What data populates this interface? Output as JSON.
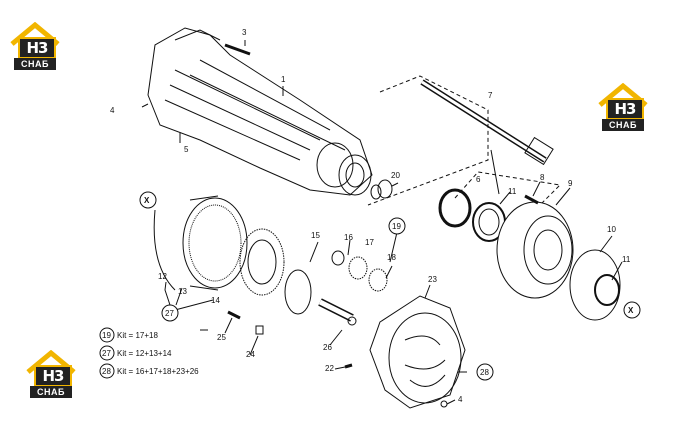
{
  "logo": {
    "line1": "H3",
    "line2": "CHAБ",
    "color": "#f1b500"
  },
  "callouts": [
    "1",
    "3",
    "4",
    "5",
    "7",
    "8",
    "9",
    "10",
    "11",
    "6",
    "11",
    "20",
    "X",
    "12",
    "13",
    "14",
    "27",
    "15",
    "16",
    "17",
    "19",
    "18",
    "23",
    "25",
    "24",
    "26",
    "22",
    "28",
    "4",
    "X"
  ],
  "kits": [
    {
      "no": "19",
      "text": "Kit = 17+18"
    },
    {
      "no": "27",
      "text": "Kit = 12+13+14"
    },
    {
      "no": "28",
      "text": "Kit = 16+17+18+23+26"
    }
  ]
}
